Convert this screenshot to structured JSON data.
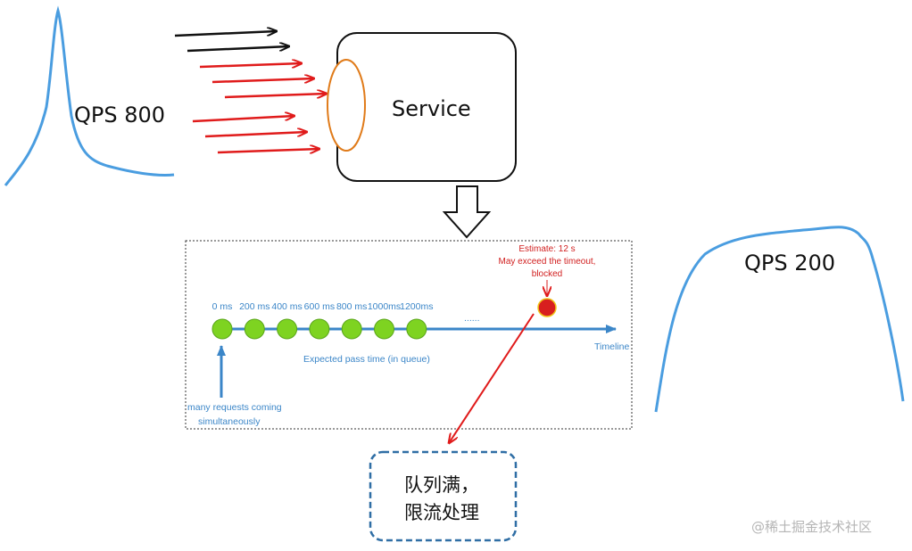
{
  "left_curve": {
    "label": "QPS 800"
  },
  "right_curve": {
    "label": "QPS 200"
  },
  "service": {
    "label": "Service"
  },
  "queue": {
    "ticks": [
      "0 ms",
      "200 ms",
      "400 ms",
      "600 ms",
      "800 ms",
      "1000ms",
      "1200ms"
    ],
    "ellipsis": "......",
    "axis_label": "Timeline",
    "caption": "Expected pass time (in queue)",
    "arrival_label_line1": "many requests coming",
    "arrival_label_line2": "simultaneously",
    "estimate_line1": "Estimate: 12 s",
    "estimate_line2": "May exceed the timeout,",
    "estimate_line3": "blocked"
  },
  "result_box": {
    "line1": "队列满，",
    "line2": "限流处理"
  },
  "watermark": "@稀土掘金技术社区",
  "colors": {
    "curve": "#4a9de0",
    "arrow_red": "#e01b1b",
    "node_green": "#7ed321",
    "node_red": "#d81f1f",
    "box_border": "#2f6ea5"
  }
}
